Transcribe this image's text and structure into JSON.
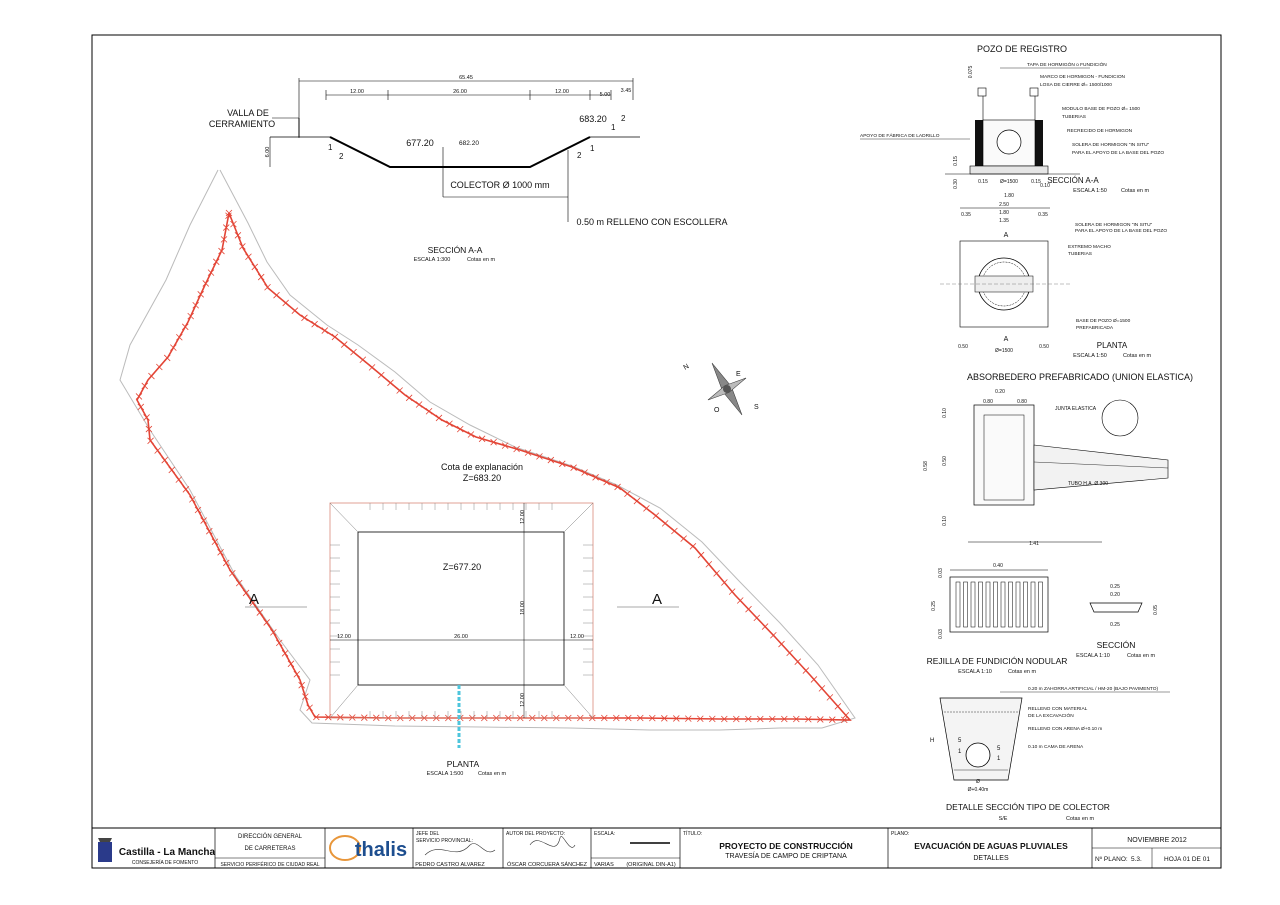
{
  "section_aa_large": {
    "title": "SECCIÓN A-A",
    "scale": "ESCALA 1:300",
    "units": "Cotas en m",
    "fence_label_1": "VALLA DE",
    "fence_label_2": "CERRAMIENTO",
    "dims": {
      "total": "65.45",
      "left": "12.00",
      "center": "26.00",
      "right": "12.00",
      "r1": "5.00",
      "r2": "3.45",
      "height": "6.00"
    },
    "elev_bottom": "677.20",
    "elev_mid": "682.20",
    "elev_top": "683.20",
    "slope_v": "1",
    "slope_h": "2",
    "collector": "COLECTOR Ø 1000 mm",
    "fill": "0.50 m RELLENO CON ESCOLLERA"
  },
  "plan": {
    "cota_label": "Cota de explanación",
    "cota_value": "Z=683.20",
    "inner_z": "Z=677.20",
    "section_mark": "A",
    "dims": {
      "top": "12.00",
      "side": "18.00",
      "bottom": "12.00",
      "left": "12.00",
      "center": "26.00",
      "right": "12.00"
    },
    "title": "PLANTA",
    "scale": "ESCALA 1:500",
    "units": "Cotas en m"
  },
  "compass": {
    "n": "N",
    "e": "E",
    "s": "S",
    "o": "O"
  },
  "pozo": {
    "title": "POZO DE REGISTRO",
    "labels": [
      "TAPA DE HORMIGÓN o FUNDICIÓN",
      "MARCO DE HORMIGON - FUNDICION",
      "LOSA DE CIERRE Ø= 1500/1000",
      "MODULO BASE DE POZO Ø= 1500",
      "TUBERIAS",
      "RECRECIDO DE HORMIGON",
      "SOLERA DE HORMIGON \"IN SITU\"",
      "PARA EL APOYO DE LA BASE DEL POZO",
      "APOYO DE FÁBRICA DE LADRILLO"
    ],
    "dims": [
      "0.15",
      "Ø=1500",
      "0.15",
      "1.80",
      "0.30",
      "0.15",
      "0.10",
      "0.075"
    ],
    "section_title": "SECCIÓN A-A",
    "section_scale": "ESCALA 1:50",
    "section_units": "Cotas en m",
    "plan_dims": [
      "2.50",
      "1.80",
      "1.35",
      "0.35",
      "0.35",
      "0.50",
      "Ø=1500",
      "0.50"
    ],
    "plan_labels": [
      "SOLERA DE HORMIGON \"IN SITU\"",
      "PARA EL APOYO DE LA BASE DEL POZO",
      "EXTREMO MACHO",
      "TUBERIAS",
      "BASE DE POZO Ø=1500",
      "PREFABRICADA"
    ],
    "plan_mark": "A",
    "plan_title": "PLANTA",
    "plan_scale": "ESCALA 1:50",
    "plan_units": "Cotas en m"
  },
  "absorbedero": {
    "title": "ABSORBEDERO PREFABRICADO (UNION ELASTICA)",
    "joint": "JUNTA ELASTICA",
    "tube": "TUBO H.A. Ø 300",
    "dims": [
      "0.20",
      "0.80",
      "0.80",
      "0.10",
      "0.58",
      "0.50",
      "0.10",
      "1.41"
    ]
  },
  "rejilla": {
    "title": "REJILLA DE FUNDICIÓN NODULAR",
    "scale": "ESCALA 1:10",
    "units": "Cotas en m",
    "dims": [
      "0.40",
      "0.03",
      "0.25",
      "0.03"
    ],
    "sec_dims": [
      "0.25",
      "0.20",
      "0.25",
      "0.05"
    ],
    "sec_title": "SECCIÓN",
    "sec_scale": "ESCALA 1:10",
    "sec_units": "Cotas en m"
  },
  "colector": {
    "labels": [
      "0.20 m ZAHORRA ARTIFICIAL / HM-20 (BAJO PAVIMENTO)",
      "RELLENO CON MATERIAL",
      "DE LA EXCAVACIÓN",
      "RELLENO CON ARENA  Ø+0.10 m",
      "0.10 m CAMA DE ARENA"
    ],
    "h": "H",
    "slope": "5",
    "slope_b": "1",
    "phi": "Ø",
    "phi_dim": "Ø+0.40m",
    "title": "DETALLE SECCIÓN TIPO DE COLECTOR",
    "scale": "S/E",
    "units": "Cotas en m"
  },
  "titleblock": {
    "logo_name": "Castilla - La Mancha",
    "logo_sub": "CONSEJERÍA DE FOMENTO",
    "dg_1": "DIRECCIÓN GENERAL",
    "dg_2": "DE CARRETERAS",
    "dg_3": "SERVICIO PERIFÉRICO DE CIUDAD REAL",
    "firm": "thalis",
    "jefe_1": "JEFE DEL",
    "jefe_2": "SERVICIO PROVINCIAL:",
    "jefe_name": "PEDRO CASTRO ALVAREZ",
    "autor_label": "AUTOR DEL PROYECTO:",
    "autor_name": "ÓSCAR CORCUERA SÁNCHEZ",
    "escala_label": "ESCALA:",
    "escala_value": "VARIAS",
    "escala_orig": "(ORIGINAL DIN-A1)",
    "titulo_label": "TÍTULO:",
    "titulo_1": "PROYECTO DE CONSTRUCCIÓN",
    "titulo_2": "TRAVESÍA DE CAMPO DE CRIPTANA",
    "plano_label": "PLANO:",
    "plano_1": "EVACUACIÓN DE AGUAS PLUVIALES",
    "plano_2": "DETALLES",
    "date": "NOVIEMBRE 2012",
    "nplano_label": "Nº PLANO:",
    "nplano_value": "5.3.",
    "hoja": "HOJA  01  DE  01"
  }
}
